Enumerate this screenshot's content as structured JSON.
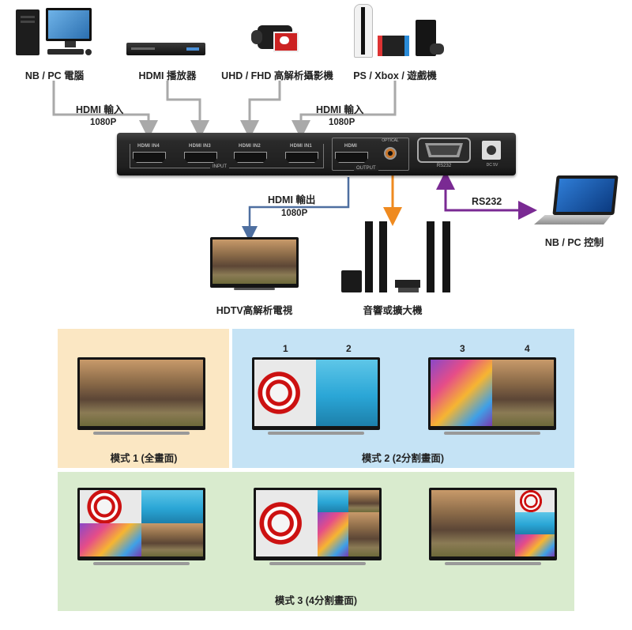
{
  "colors": {
    "gray_line": "#a9a9a9",
    "hdmi_out": "#4e6fa0",
    "audio": "#ef8a1f",
    "rs232": "#7a2a93",
    "mode1_bg": "#fbe7c3",
    "mode2_bg": "#c5e3f5",
    "mode3_bg": "#d9ebce"
  },
  "sources": {
    "pc": "NB / PC 電腦",
    "player": "HDMI 播放器",
    "camera": "UHD / FHD 高解析攝影機",
    "console": "PS / Xbox / 遊戲機"
  },
  "inputs": {
    "left_label": "HDMI 輸入",
    "left_res": "1080P",
    "right_label": "HDMI 輸入",
    "right_res": "1080P"
  },
  "device": {
    "ports": [
      "HDMI IN4",
      "HDMI IN3",
      "HDMI IN2",
      "HDMI IN1"
    ],
    "input_label": "INPUT",
    "hdmi_out_port": "HDMI",
    "audio_port": "OPTICAL",
    "output_label": "OUTPUT",
    "rs232_port": "RS232",
    "power_port": "DC 5V"
  },
  "outputs": {
    "hdmi_label": "HDMI 輸出",
    "hdmi_res": "1080P",
    "tv_caption": "HDTV高解析電視",
    "audio_caption": "音響或擴大機",
    "rs232_label": "RS232",
    "control_caption": "NB / PC 控制"
  },
  "modes": {
    "mode1": "模式 1 (全畫面)",
    "mode2": "模式 2 (2分割畫面)",
    "mode3": "模式 3 (4分割畫面)",
    "num1": "1",
    "num2": "2",
    "num3": "3",
    "num4": "4"
  }
}
